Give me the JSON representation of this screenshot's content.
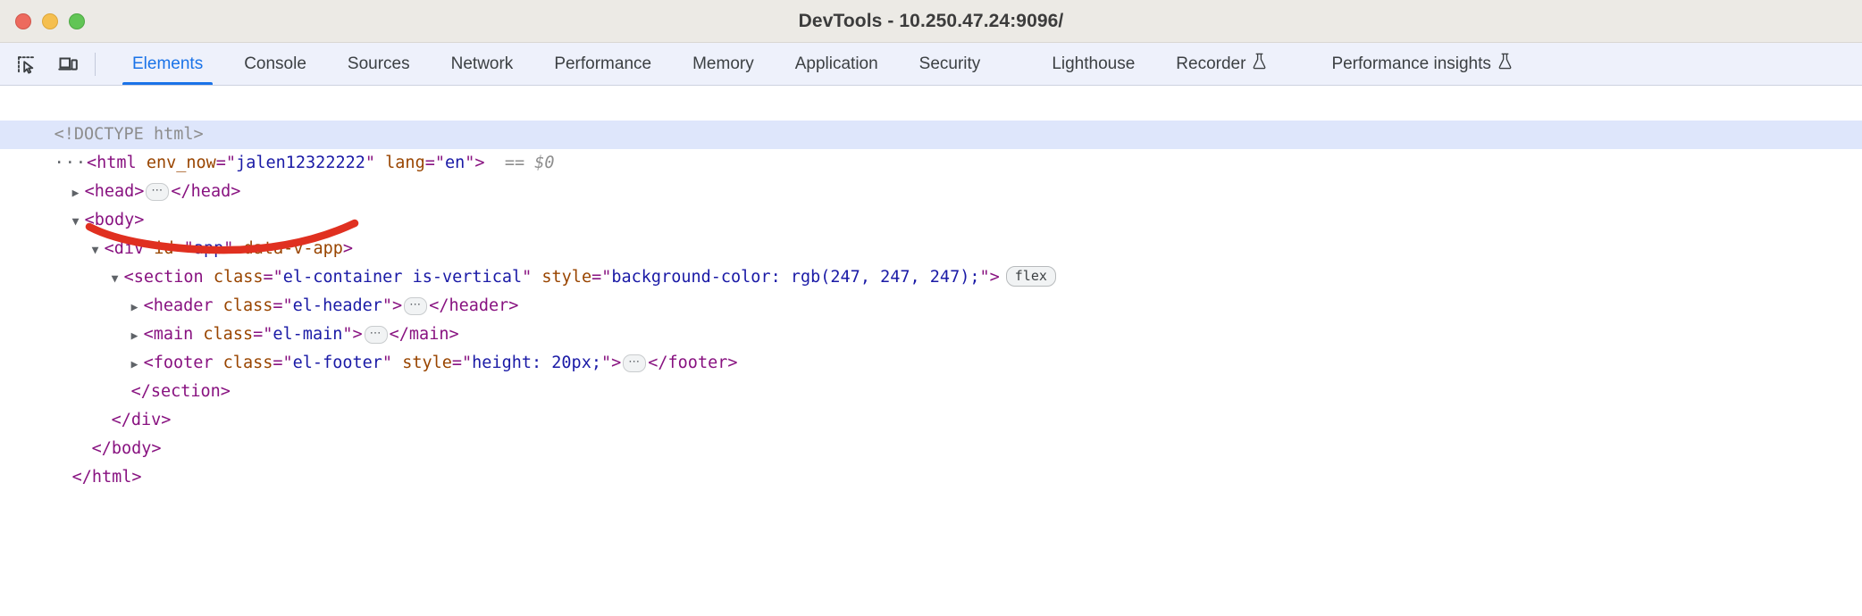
{
  "window": {
    "title": "DevTools - 10.250.47.24:9096/",
    "traffic_lights": [
      "close",
      "minimize",
      "maximize"
    ],
    "colors": {
      "close": "#ed6a5e",
      "minimize": "#f5bf4f",
      "maximize": "#61c555",
      "titlebar_bg": "#eceae5",
      "toolbar_bg": "#eef1fb",
      "accent": "#1a73e8",
      "selected_row_bg": "#dee6fb",
      "annotation": "#e03020"
    }
  },
  "toolbar": {
    "icons": [
      {
        "name": "inspect-element-icon",
        "label": "Inspect element"
      },
      {
        "name": "device-toolbar-icon",
        "label": "Toggle device toolbar"
      }
    ],
    "tabs": [
      {
        "label": "Elements",
        "active": true,
        "experimental": false
      },
      {
        "label": "Console",
        "active": false,
        "experimental": false
      },
      {
        "label": "Sources",
        "active": false,
        "experimental": false
      },
      {
        "label": "Network",
        "active": false,
        "experimental": false
      },
      {
        "label": "Performance",
        "active": false,
        "experimental": false
      },
      {
        "label": "Memory",
        "active": false,
        "experimental": false
      },
      {
        "label": "Application",
        "active": false,
        "experimental": false
      },
      {
        "label": "Security",
        "active": false,
        "experimental": false
      },
      {
        "label": "Lighthouse",
        "active": false,
        "experimental": false
      },
      {
        "label": "Recorder",
        "active": false,
        "experimental": true
      },
      {
        "label": "Performance insights",
        "active": false,
        "experimental": true
      }
    ]
  },
  "dom_tree": {
    "rows": [
      {
        "id": "doctype",
        "indent": 0,
        "selected": false,
        "twisty": "",
        "text": "<!DOCTYPE html>"
      },
      {
        "id": "html-open",
        "indent": 0,
        "selected": true,
        "twisty": "",
        "dots": "···",
        "tag_open": "<html",
        "attrs": [
          {
            "name": "env_now",
            "value": "jalen12322222",
            "annotated": true
          },
          {
            "name": "lang",
            "value": "en",
            "annotated": false
          }
        ],
        "tag_close": ">",
        "selected_marker": "== $0"
      },
      {
        "id": "head",
        "indent": 1,
        "selected": false,
        "twisty": "▶",
        "tag_open": "<head>",
        "badge": "ellipsis",
        "tag_end": "</head>"
      },
      {
        "id": "body-open",
        "indent": 1,
        "selected": false,
        "twisty": "▼",
        "tag_open": "<body>"
      },
      {
        "id": "div-app",
        "indent": 2,
        "selected": false,
        "twisty": "▼",
        "tag_open": "<div",
        "attrs": [
          {
            "name": "id",
            "value": "app"
          },
          {
            "name": "data-v-app",
            "value": null
          }
        ],
        "tag_close": ">"
      },
      {
        "id": "section",
        "indent": 3,
        "selected": false,
        "twisty": "▼",
        "tag_open": "<section",
        "attrs": [
          {
            "name": "class",
            "value": "el-container is-vertical"
          },
          {
            "name": "style",
            "value": "background-color: rgb(247, 247, 247);"
          }
        ],
        "tag_close": ">",
        "badge": "flex",
        "badge_label": "flex"
      },
      {
        "id": "header",
        "indent": 4,
        "selected": false,
        "twisty": "▶",
        "tag_open": "<header",
        "attrs": [
          {
            "name": "class",
            "value": "el-header"
          }
        ],
        "tag_close": ">",
        "badge": "ellipsis",
        "tag_end": "</header>"
      },
      {
        "id": "main",
        "indent": 4,
        "selected": false,
        "twisty": "▶",
        "tag_open": "<main",
        "attrs": [
          {
            "name": "class",
            "value": "el-main"
          }
        ],
        "tag_close": ">",
        "badge": "ellipsis",
        "tag_end": "</main>"
      },
      {
        "id": "footer",
        "indent": 4,
        "selected": false,
        "twisty": "▶",
        "tag_open": "<footer",
        "attrs": [
          {
            "name": "class",
            "value": "el-footer"
          },
          {
            "name": "style",
            "value": "height: 20px;"
          }
        ],
        "tag_close": ">",
        "badge": "ellipsis",
        "tag_end": "</footer>"
      },
      {
        "id": "section-close",
        "indent": 4,
        "selected": false,
        "twisty": "",
        "tag_open": "</section>"
      },
      {
        "id": "div-close",
        "indent": 3,
        "selected": false,
        "twisty": "",
        "tag_open": "</div>"
      },
      {
        "id": "body-close",
        "indent": 2,
        "selected": false,
        "twisty": "",
        "tag_open": "</body>"
      },
      {
        "id": "html-close",
        "indent": 1,
        "selected": false,
        "twisty": "",
        "tag_open": "</html>"
      }
    ],
    "annotation": {
      "shape": "hand-drawn-underline-stroke",
      "color": "#e03020",
      "target_text": "env_now=\"jalen12322222\""
    }
  }
}
